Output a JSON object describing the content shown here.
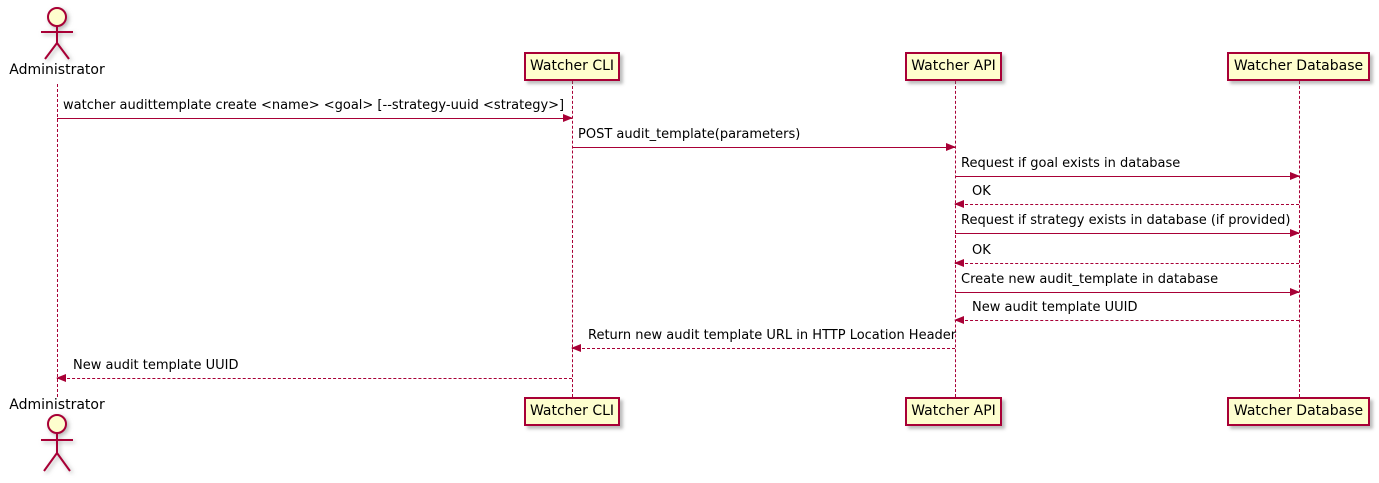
{
  "diagram_type": "sequence",
  "colors": {
    "participant_fill": "#FEFECE",
    "stroke": "#A80036",
    "text": "#000000",
    "background": "#FFFFFF"
  },
  "actor": {
    "name": "Administrator"
  },
  "participants": [
    {
      "label": "Watcher CLI"
    },
    {
      "label": "Watcher API"
    },
    {
      "label": "Watcher Database"
    }
  ],
  "messages": [
    {
      "text": "watcher audittemplate create <name> <goal> [--strategy-uuid <strategy>]",
      "from": "Administrator",
      "to": "Watcher CLI",
      "line": "solid"
    },
    {
      "text": "POST audit_template(parameters)",
      "from": "Watcher CLI",
      "to": "Watcher API",
      "line": "solid"
    },
    {
      "text": "Request if goal exists in database",
      "from": "Watcher API",
      "to": "Watcher Database",
      "line": "solid"
    },
    {
      "text": "OK",
      "from": "Watcher Database",
      "to": "Watcher API",
      "line": "dashed"
    },
    {
      "text": "Request if strategy exists in database (if provided)",
      "from": "Watcher API",
      "to": "Watcher Database",
      "line": "solid"
    },
    {
      "text": "OK",
      "from": "Watcher Database",
      "to": "Watcher API",
      "line": "dashed"
    },
    {
      "text": "Create new audit_template in database",
      "from": "Watcher API",
      "to": "Watcher Database",
      "line": "solid"
    },
    {
      "text": "New audit template UUID",
      "from": "Watcher Database",
      "to": "Watcher API",
      "line": "dashed"
    },
    {
      "text": "Return new audit template URL in HTTP Location Header",
      "from": "Watcher API",
      "to": "Watcher CLI",
      "line": "dashed"
    },
    {
      "text": "New audit template UUID",
      "from": "Watcher CLI",
      "to": "Administrator",
      "line": "dashed"
    }
  ]
}
